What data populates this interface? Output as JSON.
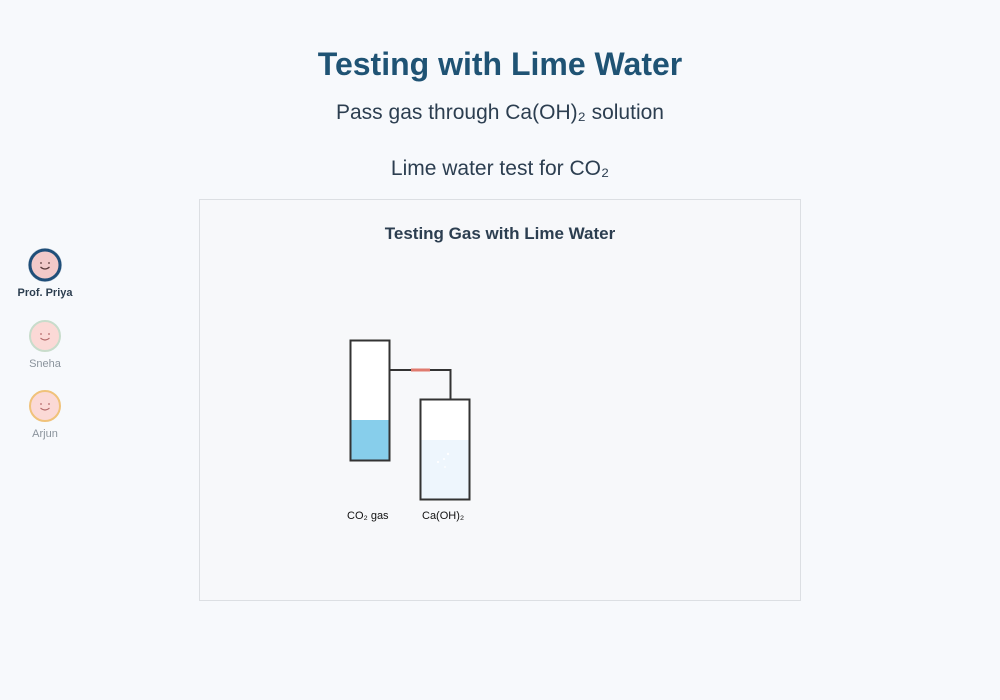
{
  "header": {
    "title": "Testing with Lime Water",
    "subtitle": "Pass gas through Ca(OH)₂ solution",
    "caption": "Lime water test for CO₂"
  },
  "participants": [
    {
      "name": "Prof. Priya",
      "active": true,
      "ring_color": "#1f4e79"
    },
    {
      "name": "Sneha",
      "active": false,
      "ring_color": "#c8dccb"
    },
    {
      "name": "Arjun",
      "active": false,
      "ring_color": "#f0c27a"
    }
  ],
  "diagram": {
    "title": "Testing Gas with Lime Water",
    "gas_tube_label": "CO₂ gas",
    "lime_water_label": "Ca(OH)₂",
    "colors": {
      "gas_liquid": "#87ceeb",
      "lime_water": "#eef6fd",
      "outline": "#333333",
      "connector": "#e07a6e",
      "background": "#f7f9fc",
      "panel_border": "#dcdfe3",
      "title": "#1f5374"
    }
  }
}
